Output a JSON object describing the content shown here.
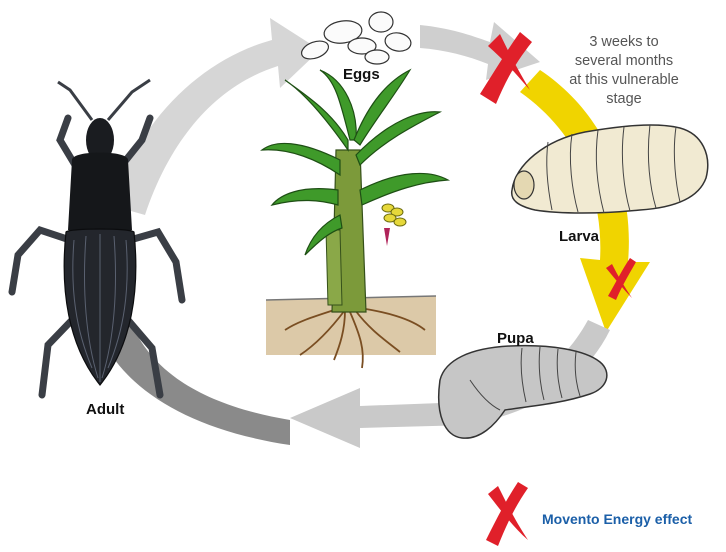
{
  "labels": {
    "eggs": "Eggs",
    "larva": "Larva",
    "pupa": "Pupa",
    "adult": "Adult"
  },
  "note": {
    "line1": "3 weeks to",
    "line2": "several months",
    "line3": "at this vulnerable",
    "line4": "stage"
  },
  "legend": {
    "text": "Movento Energy effect"
  },
  "colors": {
    "arrow_light": "#d6d6d6",
    "arrow_mid": "#b3b3b3",
    "arrow_dark": "#8a8a8a",
    "arrow_yellow": "#f0d400",
    "cross_red": "#e0202a",
    "legend_text": "#1b5fa8",
    "note_text": "#555555",
    "soil": "#dcc9a8",
    "leaf_green": "#3f9a2a",
    "weevil_black": "#1a1c20",
    "larva_cream": "#f1ead2",
    "pupa_grey": "#c6c6c6"
  }
}
